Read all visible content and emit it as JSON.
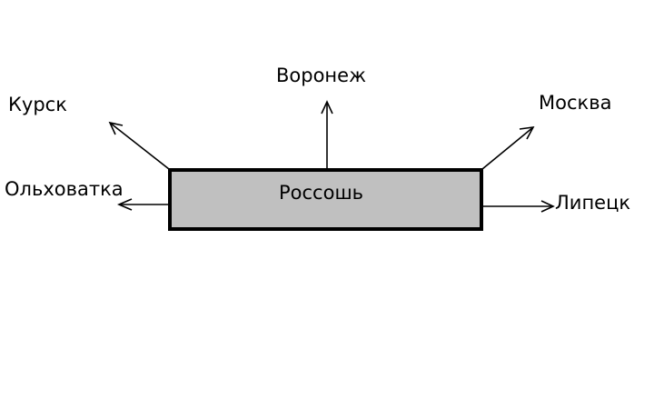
{
  "diagram": {
    "center": {
      "label": "Россошь",
      "fill": "#c0c0c0",
      "stroke": "#000000"
    },
    "destinations": [
      {
        "id": "voronezh",
        "label": "Воронеж",
        "direction": "up"
      },
      {
        "id": "kursk",
        "label": "Курск",
        "direction": "up-left"
      },
      {
        "id": "moskva",
        "label": "Москва",
        "direction": "up-right"
      },
      {
        "id": "olkhovatka",
        "label": "Ольховатка",
        "direction": "left"
      },
      {
        "id": "lipetsk",
        "label": "Липецк",
        "direction": "right"
      }
    ],
    "colors": {
      "background": "#ffffff",
      "line": "#000000"
    }
  }
}
